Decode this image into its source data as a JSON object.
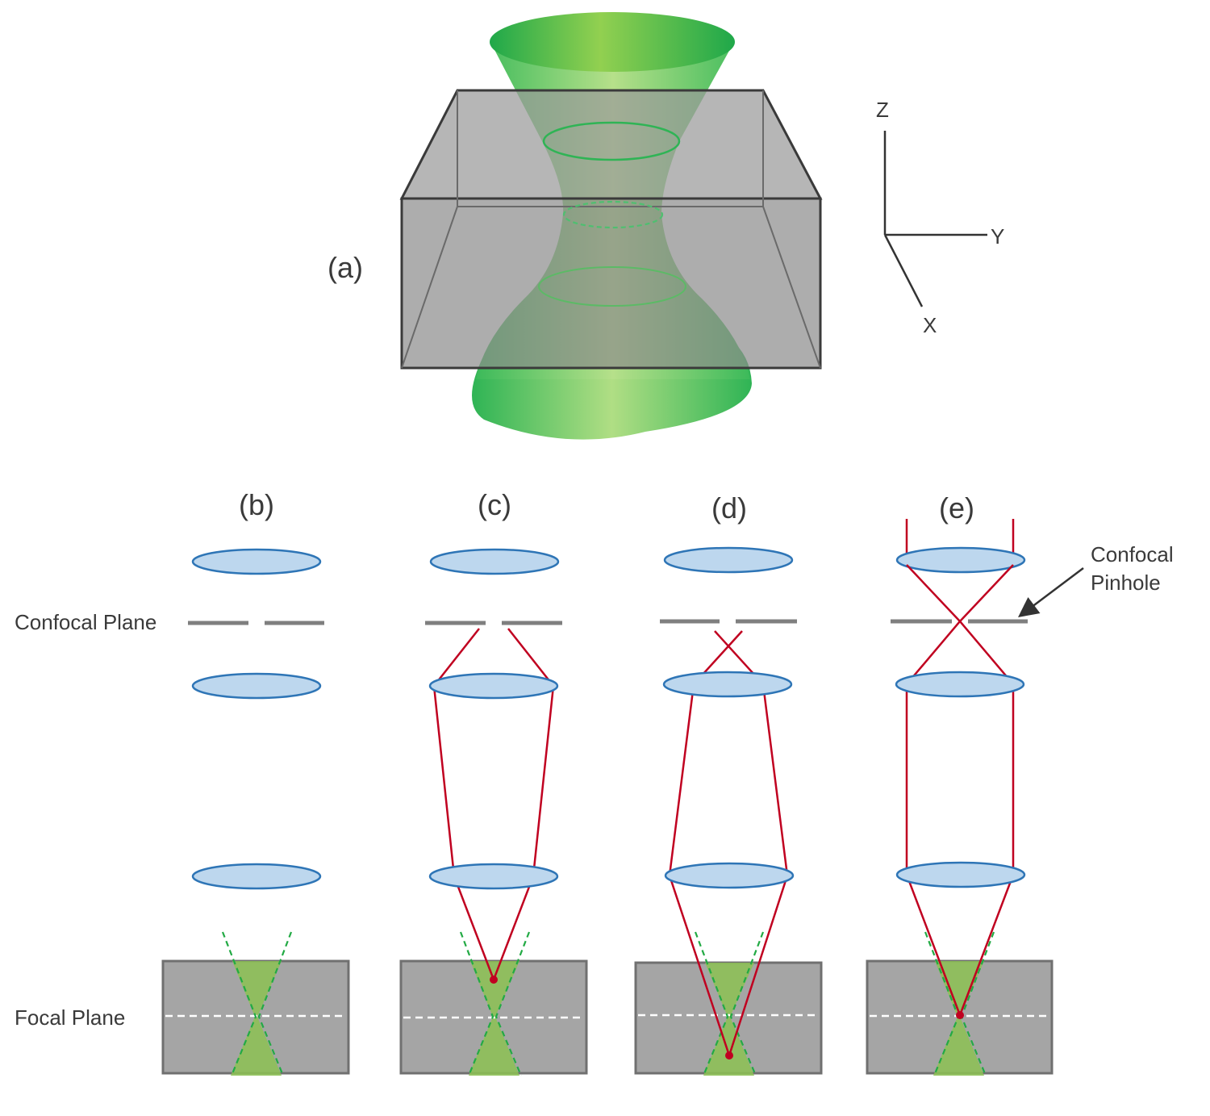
{
  "figure": {
    "panels": {
      "a": "(a)",
      "b": "(b)",
      "c": "(c)",
      "d": "(d)",
      "e": "(e)"
    },
    "axes": {
      "z": "Z",
      "y": "Y",
      "x": "X"
    },
    "labels": {
      "confocal_plane": "Confocal Plane",
      "focal_plane": "Focal Plane",
      "confocal_pinhole_line1": "Confocal",
      "confocal_pinhole_line2": "Pinhole"
    },
    "colors": {
      "beam_green": "#8cc152",
      "ray_red": "#c00020",
      "lens_blue": "#bdd7ee",
      "lens_outline": "#2e75b6",
      "sample_gray": "#a5a5a5"
    }
  }
}
